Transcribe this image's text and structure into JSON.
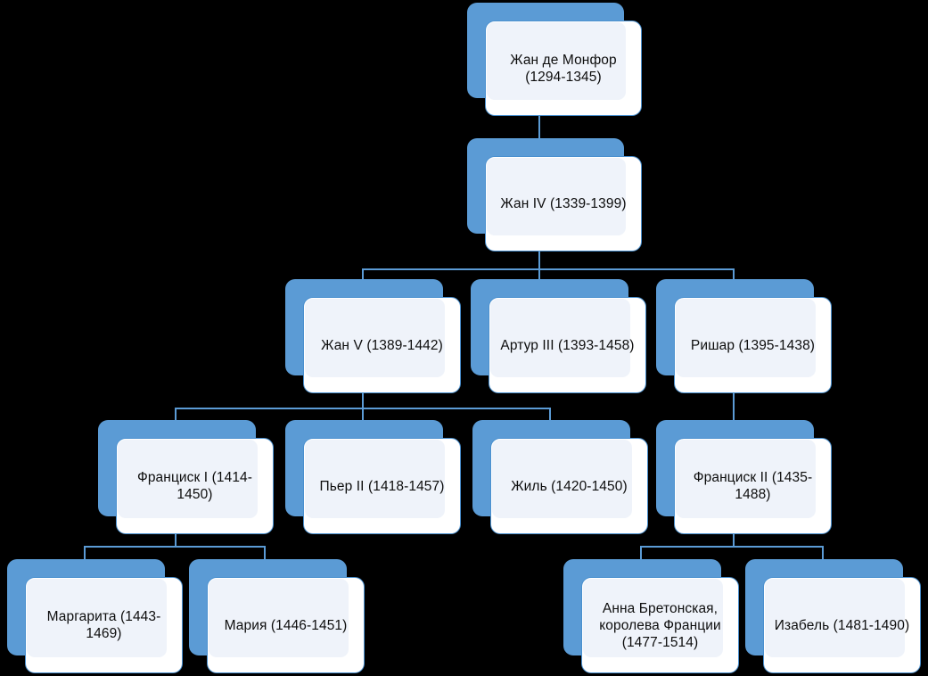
{
  "diagram": {
    "type": "genealogy-tree",
    "title": "",
    "colors": {
      "background": "#000000",
      "node_shadow": "#5b9bd5",
      "node_fill": "#ffffff",
      "node_inner_fill": "#eff3fa",
      "node_border": "#4a90cf",
      "connector": "#5b9bd5",
      "text": "#0d0d0d"
    },
    "nodes": [
      {
        "id": "jean-de-montfort",
        "label": "Жан де Монфор\n(1294-1345)",
        "generation": 1
      },
      {
        "id": "jean-iv",
        "label": "Жан IV (1339-1399)",
        "generation": 2
      },
      {
        "id": "jean-v",
        "label": "Жан V (1389-1442)",
        "generation": 3
      },
      {
        "id": "artur-iii",
        "label": "Артур III (1393-1458)",
        "generation": 3
      },
      {
        "id": "rishar",
        "label": "Ришар (1395-1438)",
        "generation": 3
      },
      {
        "id": "francisk-i",
        "label": "Франциск I (1414-1450)",
        "generation": 4
      },
      {
        "id": "pier-ii",
        "label": "Пьер II (1418-1457)",
        "generation": 4
      },
      {
        "id": "zhil",
        "label": "Жиль (1420-1450)",
        "generation": 4
      },
      {
        "id": "francisk-ii",
        "label": "Франциск II (1435-1488)",
        "generation": 4
      },
      {
        "id": "margarita",
        "label": "Маргарита (1443-1469)",
        "generation": 5
      },
      {
        "id": "mariya",
        "label": "Мария (1446-1451)",
        "generation": 5
      },
      {
        "id": "anna-bretonskaya",
        "label": "Анна Бретонская,\nкоролева Франции\n(1477-1514)",
        "generation": 5
      },
      {
        "id": "izabel",
        "label": "Изабель (1481-1490)",
        "generation": 5
      }
    ],
    "edges": [
      {
        "from": "jean-de-montfort",
        "to": "jean-iv"
      },
      {
        "from": "jean-iv",
        "to": "jean-v"
      },
      {
        "from": "jean-iv",
        "to": "artur-iii"
      },
      {
        "from": "jean-iv",
        "to": "rishar"
      },
      {
        "from": "jean-v",
        "to": "francisk-i"
      },
      {
        "from": "jean-v",
        "to": "pier-ii"
      },
      {
        "from": "jean-v",
        "to": "zhil"
      },
      {
        "from": "rishar",
        "to": "francisk-ii"
      },
      {
        "from": "francisk-i",
        "to": "margarita"
      },
      {
        "from": "francisk-i",
        "to": "mariya"
      },
      {
        "from": "francisk-ii",
        "to": "anna-bretonskaya"
      },
      {
        "from": "francisk-ii",
        "to": "izabel"
      }
    ]
  }
}
